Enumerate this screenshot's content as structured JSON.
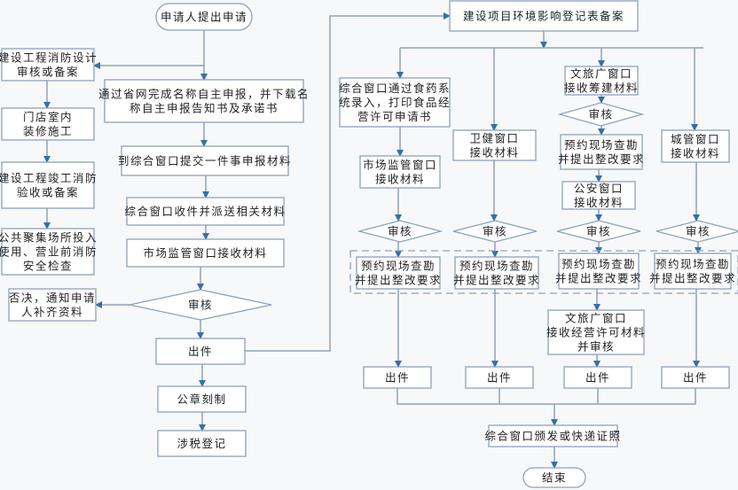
{
  "title": "门店开业一件事办理流程",
  "colors": {
    "line": "#8ea2b8",
    "arrow": "#3a6ea5",
    "box_fill": "#ffffff",
    "background": "#f7f8f9",
    "text": "#222222"
  },
  "nodes": {
    "start": {
      "type": "terminal",
      "lines": [
        "申请人提出申请"
      ]
    },
    "fire_design": {
      "type": "process",
      "lines": [
        "建设工程消防设计",
        "审核或备案"
      ]
    },
    "decoration": {
      "type": "process",
      "lines": [
        "门店室内",
        "装修施工"
      ]
    },
    "fire_acceptance": {
      "type": "process",
      "lines": [
        "建设工程竣工消防",
        "验收或备案"
      ]
    },
    "fire_safety_check": {
      "type": "process",
      "lines": [
        "公共聚集场所投入",
        "使用、营业前消防",
        "安全检查"
      ]
    },
    "name_declare": {
      "type": "process",
      "lines": [
        "通过省网完成名称自主申报，并下载名",
        "称自主申报告知书及承诺书"
      ]
    },
    "submit_materials": {
      "type": "process",
      "lines": [
        "到综合窗口提交一件事申报材料"
      ]
    },
    "dispatch": {
      "type": "process",
      "lines": [
        "综合窗口收件并派送相关材料"
      ]
    },
    "market_receive_main": {
      "type": "process",
      "lines": [
        "市场监管窗口接收材料"
      ]
    },
    "review_main": {
      "type": "decision",
      "lines": [
        "审核"
      ]
    },
    "reject": {
      "type": "process",
      "lines": [
        "否决，通知申请",
        "人补齐资料"
      ]
    },
    "issue_main": {
      "type": "process",
      "lines": [
        "出件"
      ]
    },
    "seal": {
      "type": "process",
      "lines": [
        "公章刻制"
      ]
    },
    "tax": {
      "type": "process",
      "lines": [
        "涉税登记"
      ]
    },
    "env_record": {
      "type": "process",
      "lines": [
        "建设项目环境影响登记表备案"
      ]
    },
    "food_system": {
      "type": "process",
      "lines": [
        "综合窗口通过食药系",
        "统录入，打印食品经",
        "营许可申请书"
      ]
    },
    "market_receive": {
      "type": "process",
      "lines": [
        "市场监管窗口",
        "接收材料"
      ]
    },
    "review_1": {
      "type": "decision",
      "lines": [
        "审核"
      ]
    },
    "inspect_1": {
      "type": "process",
      "lines": [
        "预约现场查勘",
        "并提出整改要求"
      ]
    },
    "issue_1": {
      "type": "process",
      "lines": [
        "出件"
      ]
    },
    "health_receive": {
      "type": "process",
      "lines": [
        "卫健窗口",
        "接收材料"
      ]
    },
    "review_2": {
      "type": "decision",
      "lines": [
        "审核"
      ]
    },
    "inspect_2": {
      "type": "process",
      "lines": [
        "预约现场查勘",
        "并提出整改要求"
      ]
    },
    "issue_2": {
      "type": "process",
      "lines": [
        "出件"
      ]
    },
    "culture_receive": {
      "type": "process",
      "lines": [
        "文旅广窗口",
        "接收筹建材料"
      ]
    },
    "review_3a": {
      "type": "decision",
      "lines": [
        "审核"
      ]
    },
    "inspect_3a": {
      "type": "process",
      "lines": [
        "预约现场查勘",
        "并提出整改要求"
      ]
    },
    "police_receive": {
      "type": "process",
      "lines": [
        "公安窗口",
        "接收材料"
      ]
    },
    "review_3": {
      "type": "decision",
      "lines": [
        "审核"
      ]
    },
    "inspect_3": {
      "type": "process",
      "lines": [
        "预约现场查勘",
        "并提出整改要求"
      ]
    },
    "culture_license": {
      "type": "process",
      "lines": [
        "文旅广窗口",
        "接收经营许可材料",
        "并审核"
      ]
    },
    "issue_3": {
      "type": "process",
      "lines": [
        "出件"
      ]
    },
    "urban_receive": {
      "type": "process",
      "lines": [
        "城管窗口",
        "接收材料"
      ]
    },
    "review_4": {
      "type": "decision",
      "lines": [
        "审核"
      ]
    },
    "inspect_4": {
      "type": "process",
      "lines": [
        "预约现场查勘",
        "并提出整改要求"
      ]
    },
    "issue_4": {
      "type": "process",
      "lines": [
        "出件"
      ]
    },
    "deliver": {
      "type": "process",
      "lines": [
        "综合窗口颁发或快递证照"
      ]
    },
    "end": {
      "type": "terminal",
      "lines": [
        "结束"
      ]
    }
  }
}
